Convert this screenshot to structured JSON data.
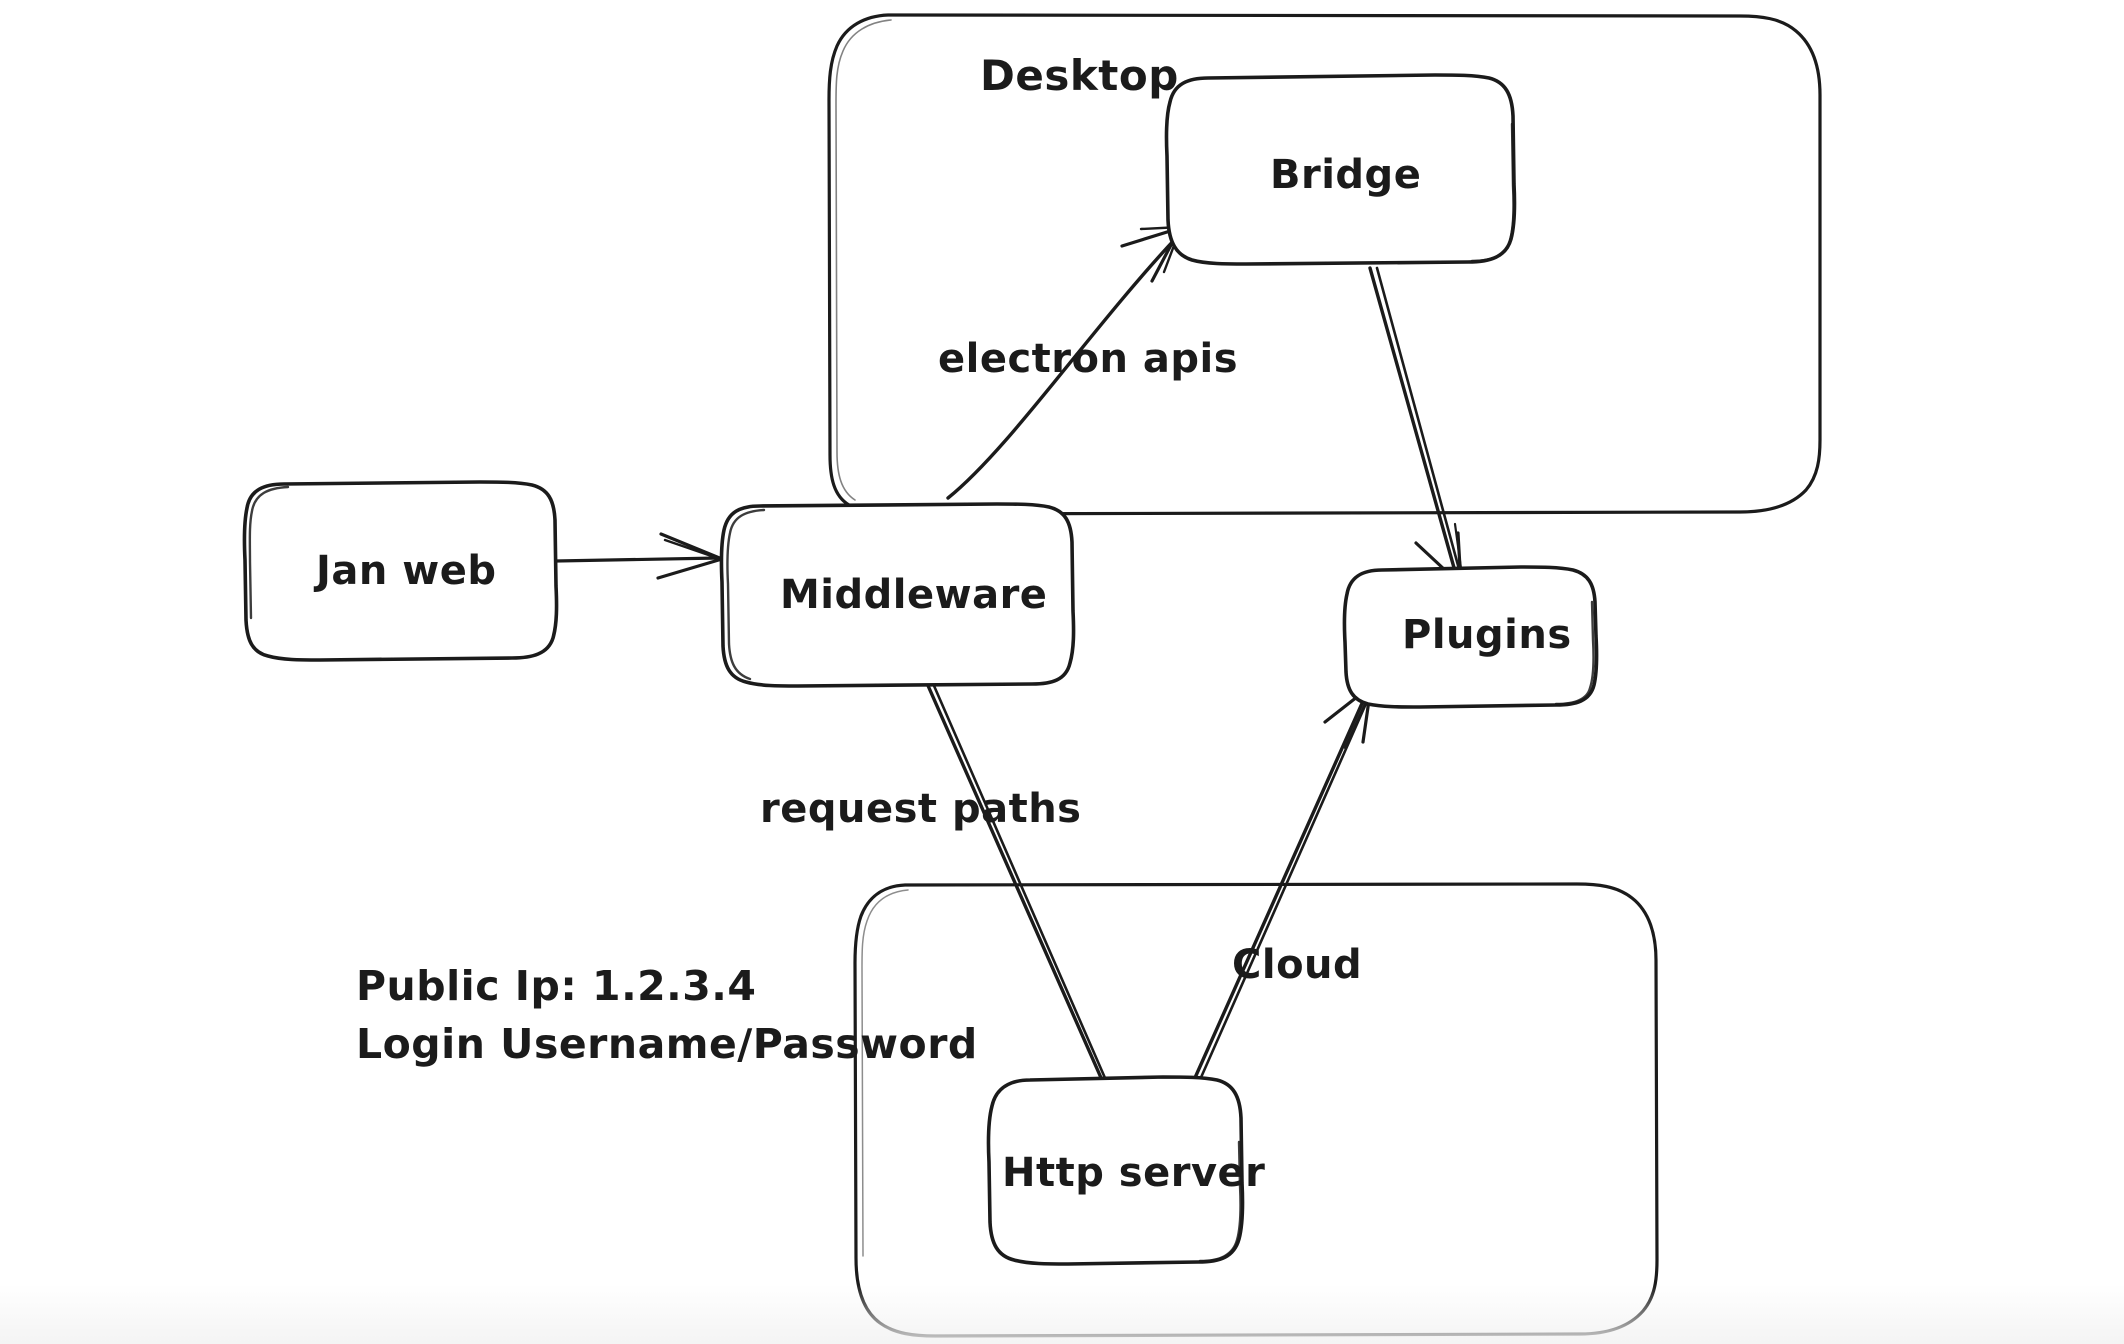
{
  "diagram": {
    "title": "Jan architecture diagram",
    "style": "hand-drawn whiteboard sketch",
    "background_color": "#ffffff",
    "stroke_color": "#1b1b1b",
    "groups": [
      {
        "id": "desktop",
        "label": "Desktop"
      },
      {
        "id": "cloud",
        "label": "Cloud"
      }
    ],
    "nodes": [
      {
        "id": "jan-web",
        "label": "Jan web"
      },
      {
        "id": "middleware",
        "label": "Middleware"
      },
      {
        "id": "bridge",
        "label": "Bridge"
      },
      {
        "id": "plugins",
        "label": "Plugins"
      },
      {
        "id": "http-server",
        "label": "Http server"
      }
    ],
    "edges": [
      {
        "id": "janweb-to-middleware",
        "from": "Jan web",
        "to": "Middleware",
        "label": "",
        "arrow": true
      },
      {
        "id": "middleware-to-bridge",
        "from": "Middleware",
        "to": "Bridge",
        "label": "electron apis",
        "arrow": true
      },
      {
        "id": "bridge-to-plugins",
        "from": "Bridge",
        "to": "Plugins",
        "label": "",
        "arrow": true
      },
      {
        "id": "middleware-to-httpserver",
        "from": "Middleware",
        "to": "Http server",
        "label": "request paths",
        "arrow": false
      },
      {
        "id": "httpserver-to-plugins",
        "from": "Http server",
        "to": "Plugins",
        "label": "Cloud",
        "arrow": true
      }
    ],
    "notes": [
      {
        "id": "public-ip",
        "text": "Public Ip: 1.2.3.4"
      },
      {
        "id": "login-credentials",
        "text": "Login Username/Password"
      }
    ]
  }
}
